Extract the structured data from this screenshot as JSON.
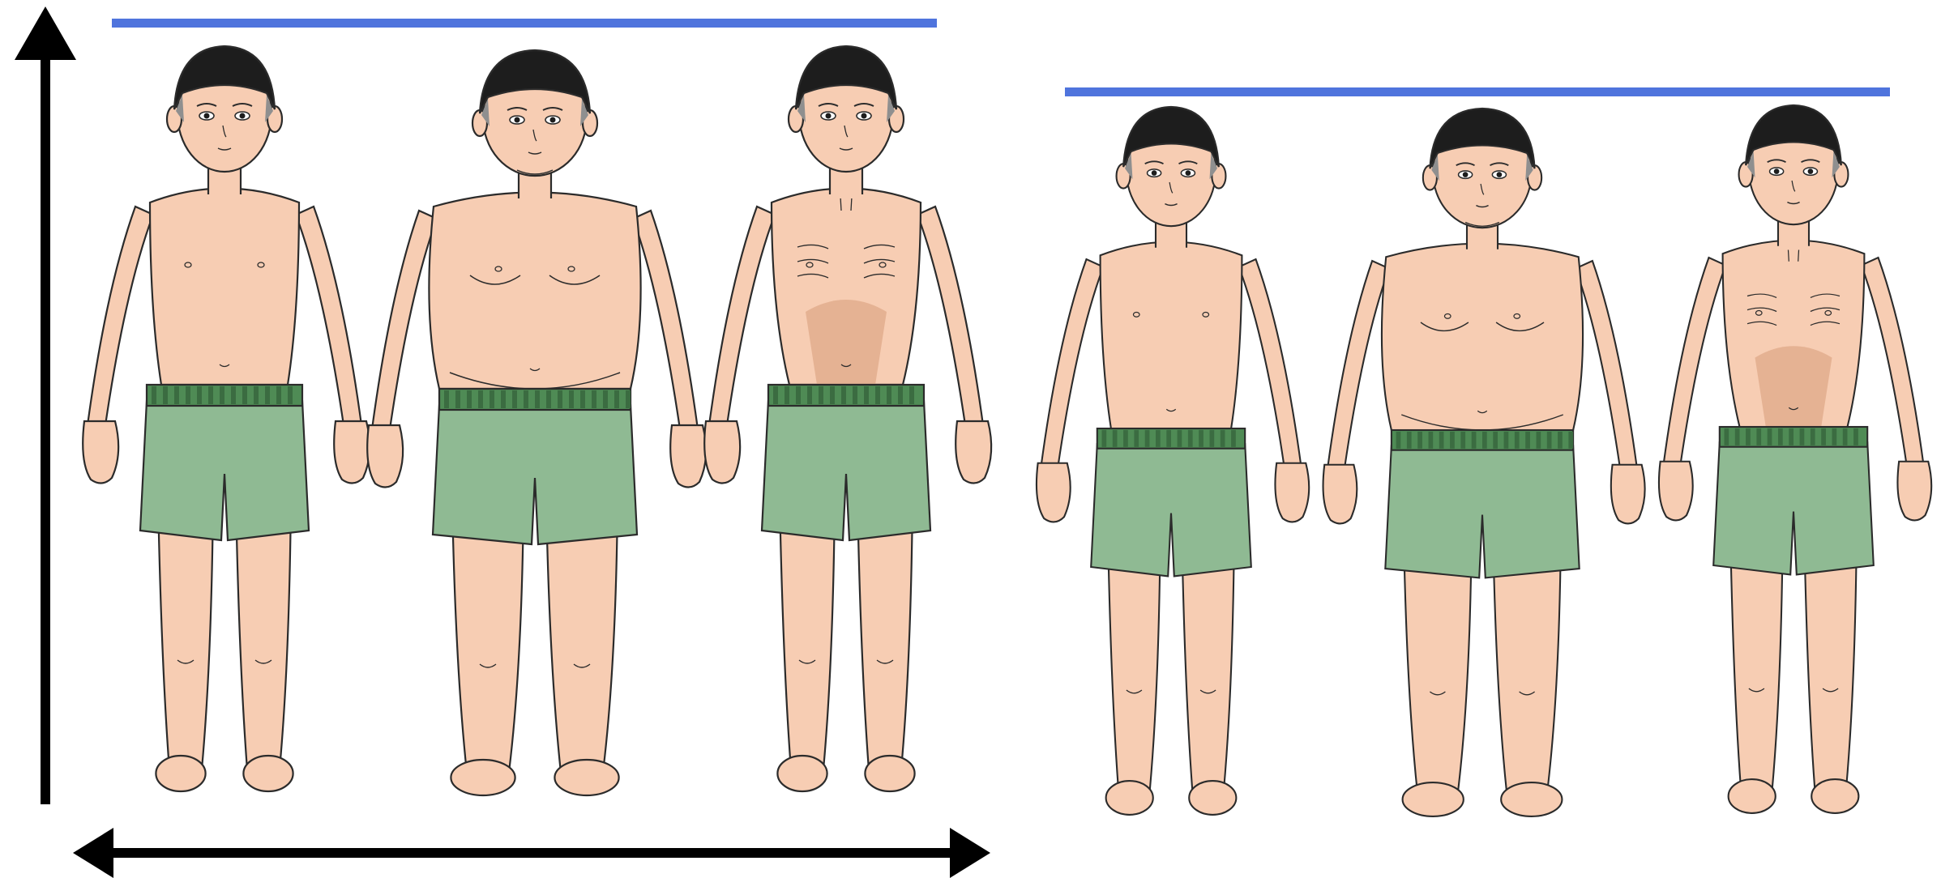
{
  "colors": {
    "background": "#ffffff",
    "reference_line": "#4f74dd",
    "axis": "#000000",
    "skin": "#f7cdb3",
    "skin_shade": "#dfa888",
    "hair": "#1d1d1d",
    "hair_grey": "#8f8f8f",
    "shorts": "#8fba93",
    "waistband": "#4f8b55",
    "waistband_stripe": "#3b6c41",
    "outline": "#2b2b2b"
  },
  "groups": [
    {
      "id": "tall",
      "figures": [
        {
          "build": "typical",
          "icon": "typical-boy-figure"
        },
        {
          "build": "overweight",
          "icon": "overweight-boy-figure"
        },
        {
          "build": "underweight",
          "icon": "underweight-boy-figure"
        }
      ]
    },
    {
      "id": "short",
      "figures": [
        {
          "build": "typical",
          "icon": "typical-boy-figure"
        },
        {
          "build": "overweight",
          "icon": "overweight-boy-figure"
        },
        {
          "build": "underweight",
          "icon": "underweight-boy-figure"
        }
      ]
    }
  ],
  "axes": {
    "vertical_icon": "up-arrow-icon",
    "horizontal_icon": "double-headed-arrow-icon"
  }
}
